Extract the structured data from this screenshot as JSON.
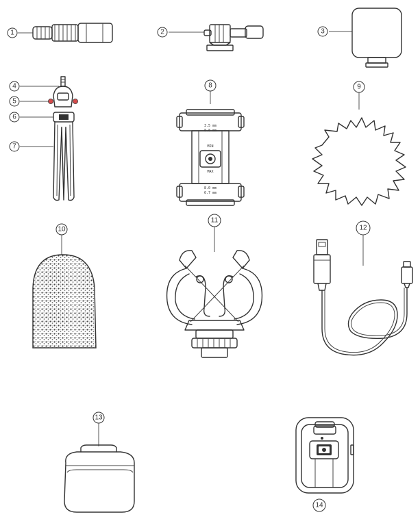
{
  "callouts": [
    {
      "id": "1",
      "label": "1"
    },
    {
      "id": "2",
      "label": "2"
    },
    {
      "id": "3",
      "label": "3"
    },
    {
      "id": "4",
      "label": "4"
    },
    {
      "id": "5",
      "label": "5"
    },
    {
      "id": "6",
      "label": "6"
    },
    {
      "id": "7",
      "label": "7"
    },
    {
      "id": "8",
      "label": "8"
    },
    {
      "id": "9",
      "label": "9"
    },
    {
      "id": "10",
      "label": "10"
    },
    {
      "id": "11",
      "label": "11"
    },
    {
      "id": "12",
      "label": "12"
    },
    {
      "id": "13",
      "label": "13"
    },
    {
      "id": "14",
      "label": "14"
    }
  ],
  "phone_clamp_marks": {
    "top_a": "3.5 mm",
    "top_b": "8.8 mm",
    "mid_a": "MIN",
    "mid_b": "MAX",
    "bot_a": "8.0 mm",
    "bot_b": "6.7 mm"
  },
  "colors": {
    "line": "#333333",
    "accent_red": "#d64a4a",
    "foam_dark": "#555555"
  }
}
